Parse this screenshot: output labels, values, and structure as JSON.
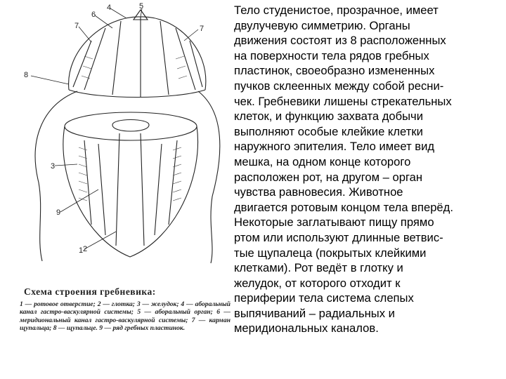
{
  "figure": {
    "labels": {
      "l1": "1",
      "l2": "2",
      "l3": "3",
      "l4": "4",
      "l5": "5",
      "l6": "6",
      "l7a": "7",
      "l7b": "7",
      "l8": "8",
      "l9": "9"
    },
    "caption_title": "Схема строения гребневика:",
    "caption_body": "1 — ротовое отверстие; 2 — глотка; 3 — желудок; 4 — аборальный канал гастро-васкулярной системы; 5 — аборальный орган; 6 —меридиональный канал гастро-васкулярной системы; 7 — карман щупальца; 8 — щупальце. 9 — ряд гребных пластинок."
  },
  "text_lines": [
    "Тело студенистое, прозрачное, имеет",
    "двулучевую симметрию. Органы",
    "движения состоят из 8 расположенных",
    "на поверхности тела рядов гребных",
    "пластинок, своеобразно измененных",
    "пучков склеенных между собой ресни-",
    "чек. Гребневики лишены стрекательных",
    "клеток, и функцию захвата добычи",
    "выполняют особые клейкие клетки",
    "наружного эпителия. Тело имеет вид",
    "мешка, на одном конце которого",
    "расположен рот, на другом – орган",
    "чувства равновесия. Животное",
    "двигается ротовым концом тела вперёд.",
    "Некоторые заглатывают пищу прямо",
    "ртом или используют длинные ветвис-",
    "тые щупалеца (покрытых клейкими",
    "клетками). Рот ведёт в глотку и",
    "желудок, от которого отходит к",
    "периферии тела система слепых",
    "выпячиваний – радиальных и",
    "меридиональных каналов."
  ]
}
